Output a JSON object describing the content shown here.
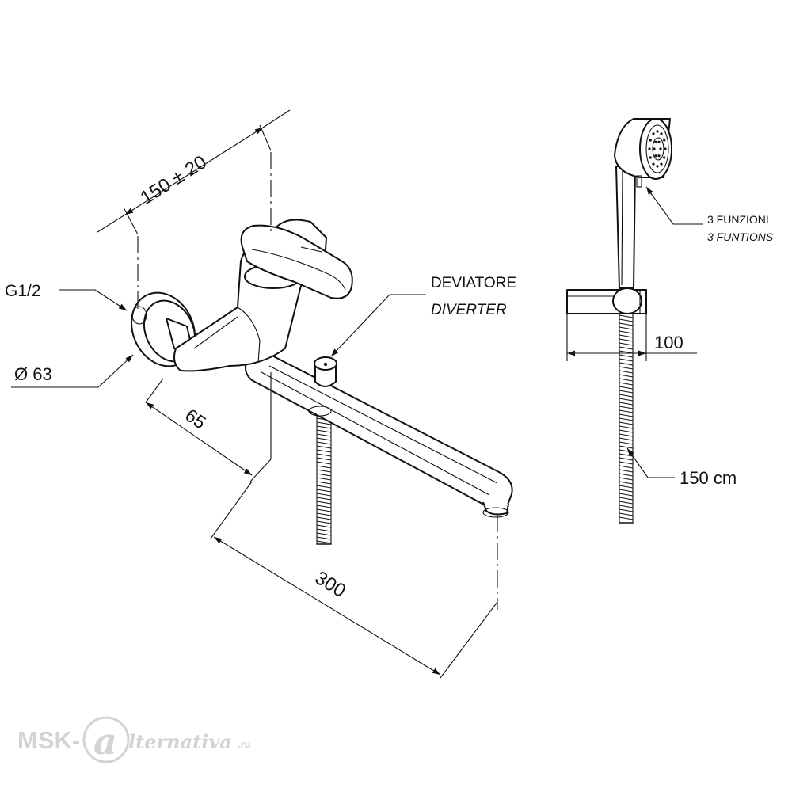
{
  "labels": {
    "dim_width": "150 ± 20",
    "thread": "G1/2",
    "flange": "Ø 63",
    "depth": "65",
    "spout_length": "300",
    "diverter_it": "DEVIATORE",
    "diverter_en": "DIVERTER",
    "functions_it": "3 FUNZIONI",
    "functions_en": "3 FUNTIONS",
    "holder_depth": "100",
    "hose_length": "150 cm"
  },
  "watermark": {
    "left": "MSK-",
    "right": "lternativa",
    "suffix": ".ru"
  }
}
